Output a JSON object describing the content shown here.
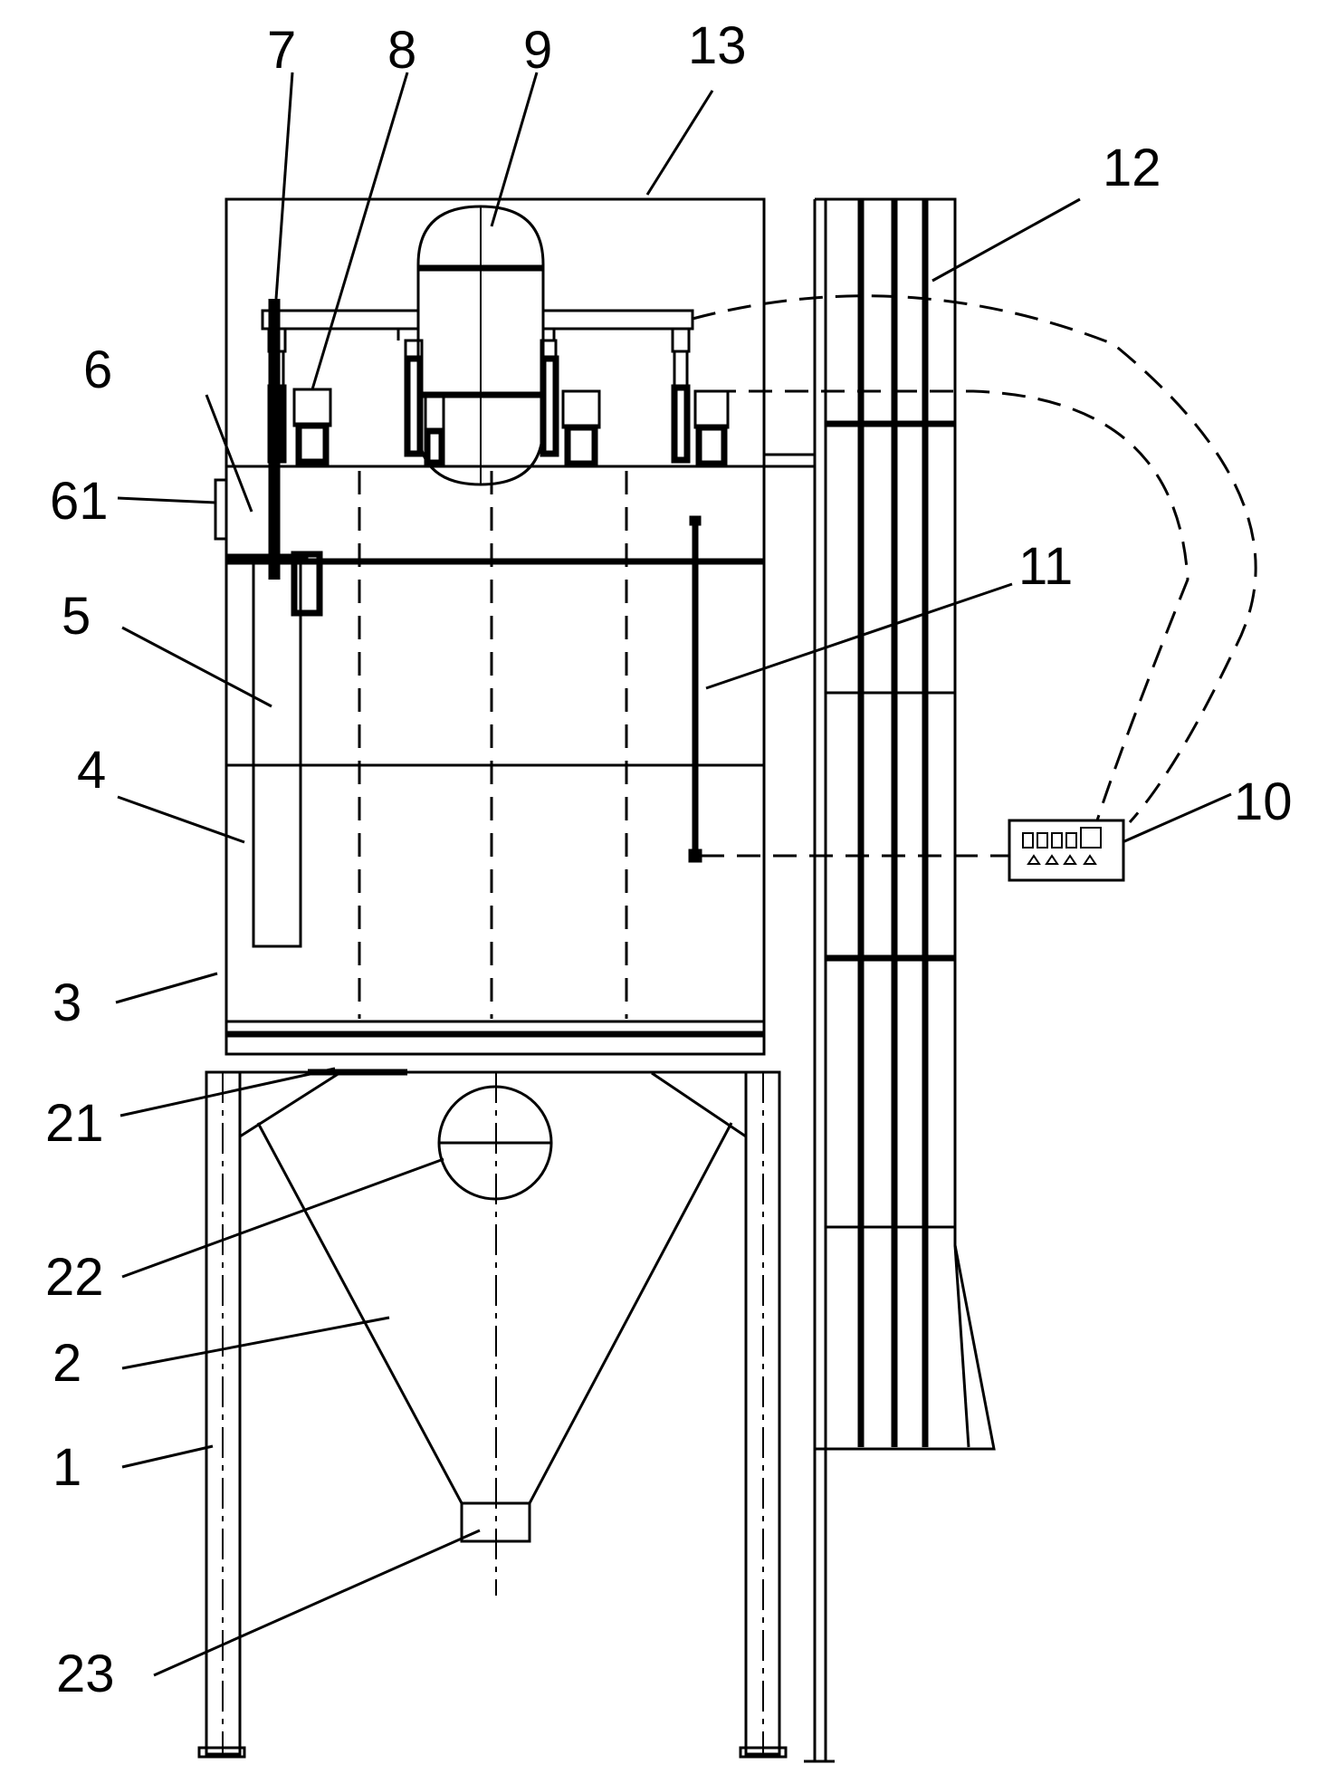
{
  "figure": {
    "labels": [
      {
        "id": "label-1",
        "text": "1"
      },
      {
        "id": "label-2",
        "text": "2"
      },
      {
        "id": "label-3",
        "text": "3"
      },
      {
        "id": "label-4",
        "text": "4"
      },
      {
        "id": "label-5",
        "text": "5"
      },
      {
        "id": "label-6",
        "text": "6"
      },
      {
        "id": "label-61",
        "text": "61"
      },
      {
        "id": "label-7",
        "text": "7"
      },
      {
        "id": "label-8",
        "text": "8"
      },
      {
        "id": "label-9",
        "text": "9"
      },
      {
        "id": "label-10",
        "text": "10"
      },
      {
        "id": "label-11",
        "text": "11"
      },
      {
        "id": "label-12",
        "text": "12"
      },
      {
        "id": "label-13",
        "text": "13"
      },
      {
        "id": "label-21",
        "text": "21"
      },
      {
        "id": "label-22",
        "text": "22"
      },
      {
        "id": "label-23",
        "text": "23"
      }
    ]
  },
  "colors": {
    "line": "#000000",
    "background": "#ffffff"
  }
}
